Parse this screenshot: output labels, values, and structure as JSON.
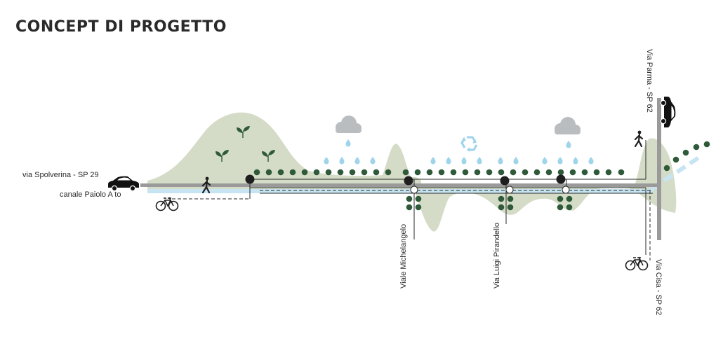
{
  "title": "CONCEPT DI PROGETTO",
  "labels": {
    "road_left": "via Spolverina  - SP 29",
    "canal_left": "canale Paiolo A to",
    "street_1": "Viale Michelangelo",
    "street_2": "Via Luigi Pirandello",
    "road_right_top": "Via Parma - SP 62",
    "road_right_bottom": "Via Cisa - SP 62"
  },
  "icons": [
    "car-icon",
    "pedestrian-icon",
    "bicycle-icon",
    "sprout-icon",
    "rain-cloud-icon",
    "recycle-icon",
    "tree-icon"
  ],
  "colors": {
    "hill": "#d4dcc7",
    "road": "#9a9a9a",
    "canal": "#c6e4f2",
    "tree": "#2f5a3a",
    "node": "#1e1e1e",
    "cloud": "#b9bdc0",
    "rain": "#9fd4ea",
    "line": "#2a2a2a"
  }
}
